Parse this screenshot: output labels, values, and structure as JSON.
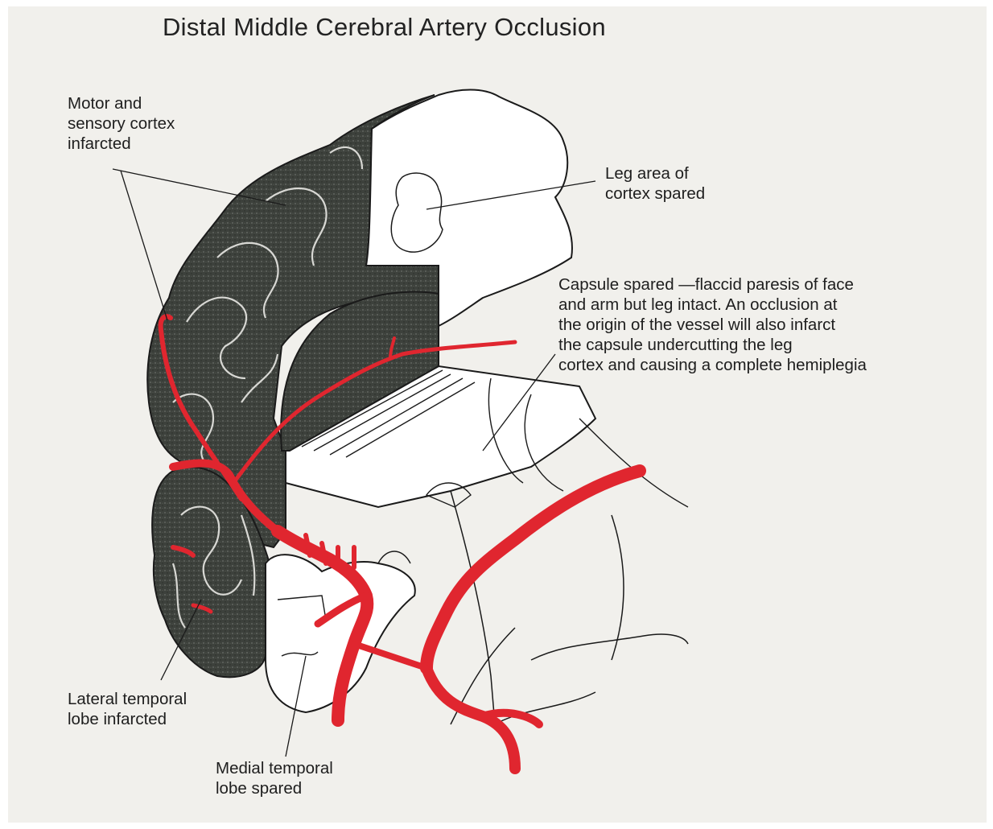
{
  "title": "Distal Middle Cerebral Artery Occlusion",
  "labels": {
    "motor_sensory": [
      "Motor and",
      "sensory cortex",
      "infarcted"
    ],
    "leg_area": [
      "Leg area of",
      "cortex spared"
    ],
    "capsule": [
      "Capsule spared —flaccid paresis of face",
      "and arm but leg intact. An occlusion at",
      "the origin of the vessel will also infarct",
      "the capsule undercutting the leg",
      "cortex and causing a complete hemiplegia"
    ],
    "lateral_temporal": [
      "Lateral temporal",
      "lobe infarcted"
    ],
    "medial_temporal": [
      "Medial temporal",
      "lobe spared"
    ]
  },
  "colors": {
    "background": "#f1f0ec",
    "infarct": "#3c3f3b",
    "artery": "#e0262f",
    "outline": "#1a1a1a",
    "spared_tissue": "#ffffff"
  }
}
